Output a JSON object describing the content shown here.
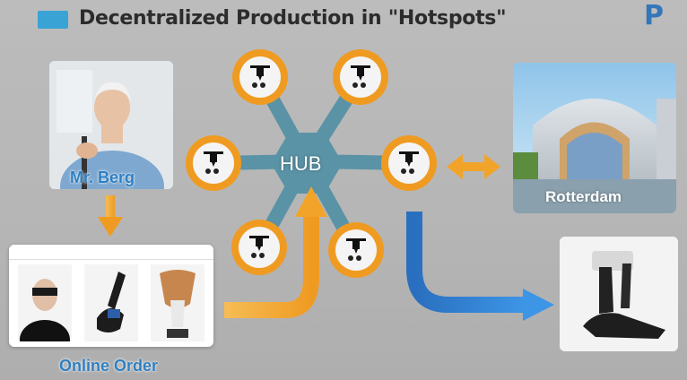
{
  "title": "Decentralized Production in \"Hotspots\"",
  "logo_text": "P",
  "hub_label": "HUB",
  "person_label": "Mr. Berg",
  "city_label": "Rotterdam",
  "order_label": "Online Order",
  "shop_nav": [
    "",
    "",
    "",
    "",
    "",
    "",
    "",
    ""
  ],
  "printer_count": 6,
  "colors": {
    "hub": "#5a93a6",
    "node_ring": "#ef9b22",
    "arrow_orange": "#f2a42a",
    "arrow_blue": "#2f7fd0",
    "title_accent": "#3aa3d6"
  }
}
